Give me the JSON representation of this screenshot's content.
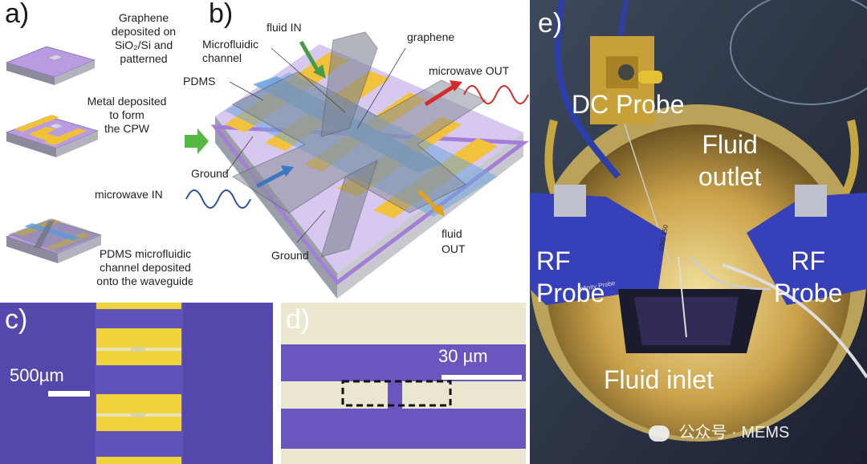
{
  "panel_a": {
    "label": "a)",
    "step1": [
      "Graphene",
      "deposited on",
      "SiO₂/Si and",
      "patterned"
    ],
    "step2": [
      "Metal deposited",
      "to form",
      "the CPW"
    ],
    "step3": [
      "PDMS microfluidic",
      "channel deposited",
      "onto the waveguide"
    ]
  },
  "panel_b": {
    "label": "b)",
    "fluid_in": "fluid IN",
    "microfluidic_channel": [
      "Microfluidic",
      "channel"
    ],
    "graphene": "graphene",
    "pdms": "PDMS",
    "microwave_out": "microwave OUT",
    "ground_top": "Ground",
    "microwave_in": "microwave IN",
    "ground_bottom": "Ground",
    "fluid_out": [
      "fluid",
      "OUT"
    ]
  },
  "panel_c": {
    "label": "c)",
    "scale": "500µm"
  },
  "panel_d": {
    "label": "d)",
    "scale": "30 µm"
  },
  "panel_e": {
    "label": "e)",
    "dc_probe": "DC Probe",
    "fluid_outlet": [
      "Fluid",
      "outlet"
    ],
    "rf_left": [
      "RF",
      "Probe"
    ],
    "rf_right": [
      "RF",
      "Probe"
    ],
    "fluid_inlet": "Fluid inlet",
    "watermark": "公众号 · MEMS",
    "probe_tag_1": "GSG 150",
    "probe_tag_2": "Infinity Probe"
  },
  "colors": {
    "purple": "#a98bd4",
    "gold": "#f2c23c",
    "blue_fluid": "#6ea6de",
    "pdms_grey": "#8a8f9a",
    "substrate": "#9aa0aa",
    "micro_purple": "#5a4bb3",
    "micro_gold": "#f0d23a",
    "optical_bg": "#ece8cf",
    "optical_purple": "#6b56c0"
  }
}
